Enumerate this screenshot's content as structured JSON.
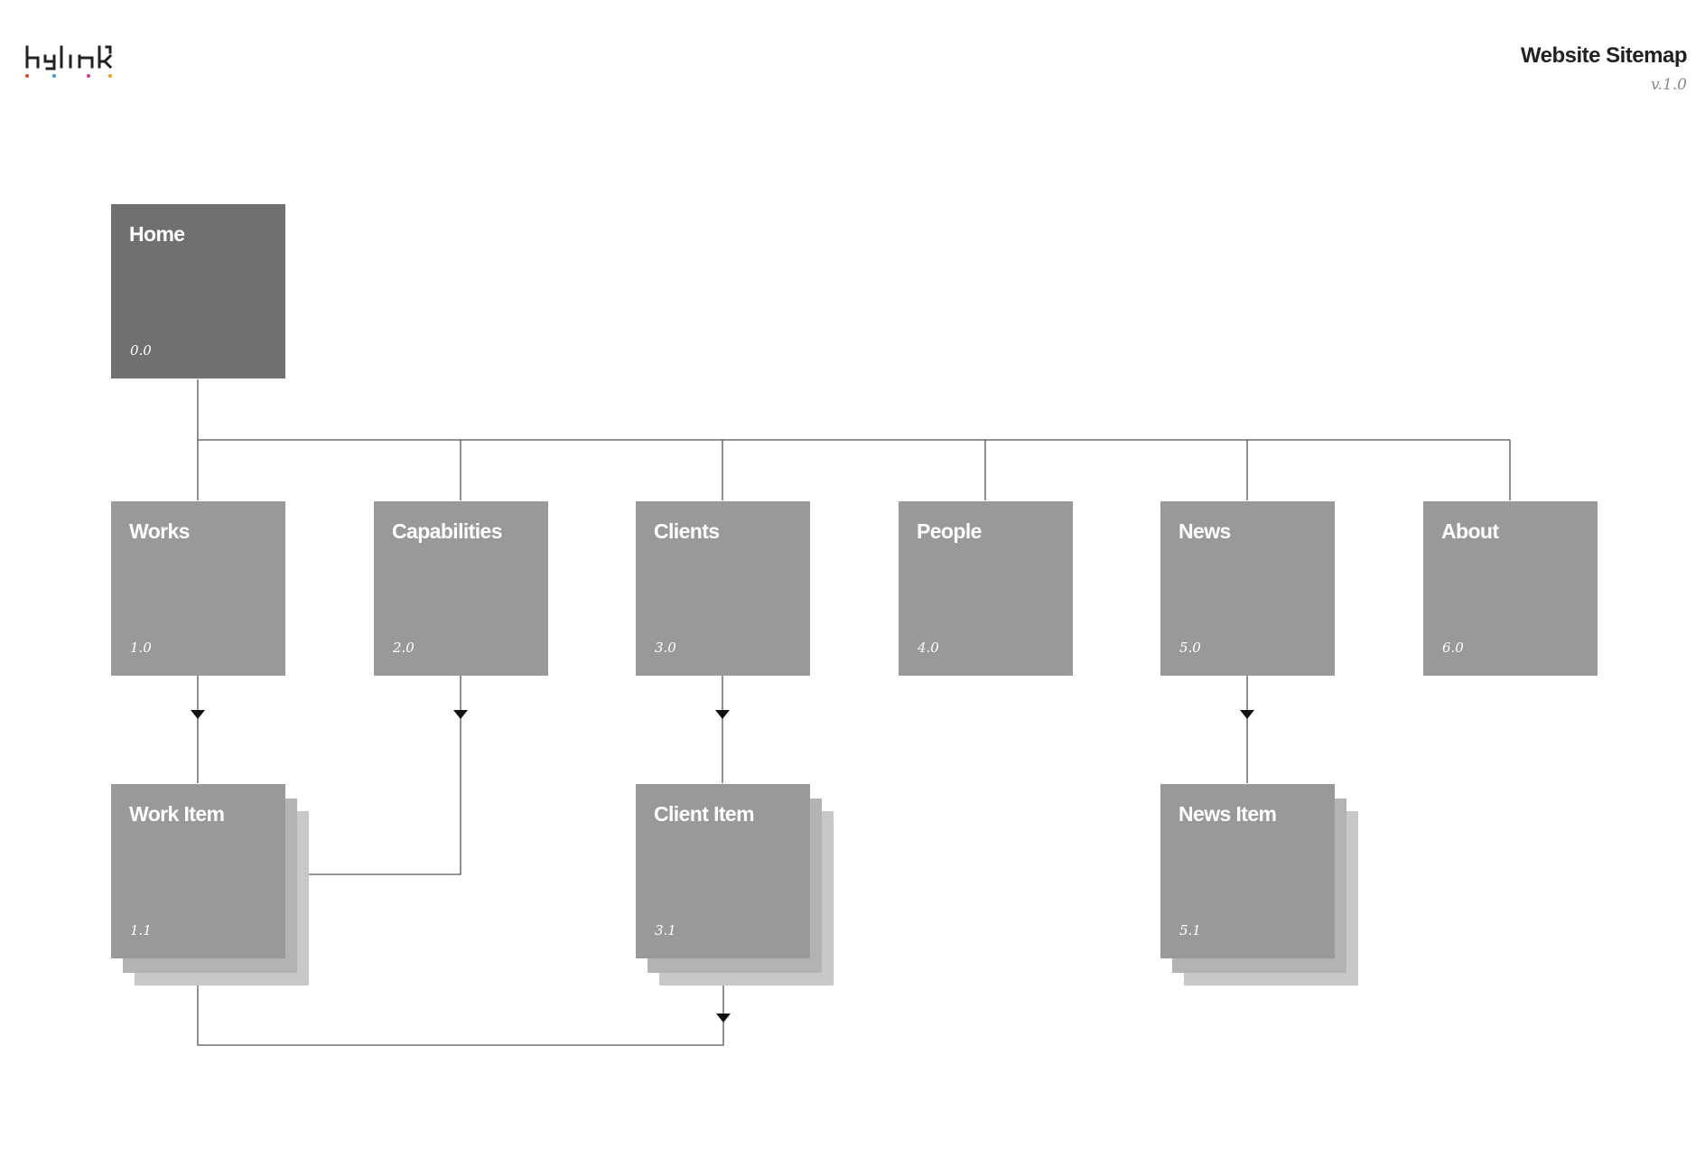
{
  "header": {
    "title": "Website Sitemap",
    "version": "v.1.0"
  },
  "logo": {
    "text": "hylink"
  },
  "root": {
    "label": "Home",
    "number": "0.0"
  },
  "sections": [
    {
      "label": "Works",
      "number": "1.0"
    },
    {
      "label": "Capabilities",
      "number": "2.0"
    },
    {
      "label": "Clients",
      "number": "3.0"
    },
    {
      "label": "People",
      "number": "4.0"
    },
    {
      "label": "News",
      "number": "5.0"
    },
    {
      "label": "About",
      "number": "6.0"
    }
  ],
  "items": [
    {
      "label": "Work Item",
      "number": "1.1"
    },
    {
      "label": "Client Item",
      "number": "3.1"
    },
    {
      "label": "News Item",
      "number": "5.1"
    }
  ],
  "colors": {
    "root_fill": "#707070",
    "section_fill": "#999999",
    "stack_fill": "#c8c8c8",
    "line": "#555555",
    "logo_dots": [
      "#e8462b",
      "#3aa0d8",
      "#e8308a",
      "#f0a020"
    ]
  }
}
